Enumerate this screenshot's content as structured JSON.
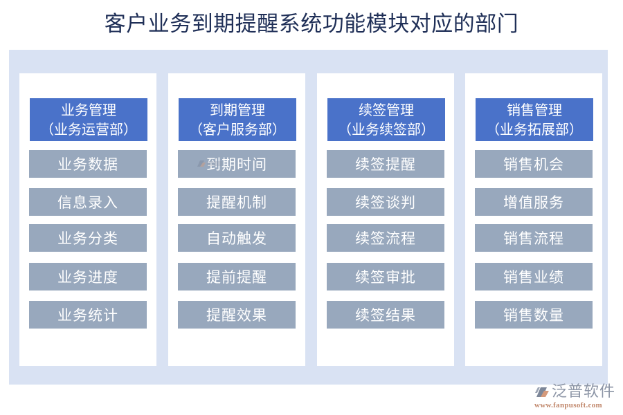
{
  "title": "客户业务到期提醒系统功能模块对应的部门",
  "colors": {
    "panel_bg": "#d9e2f3",
    "column_bg": "#ffffff",
    "header_bg": "#4a72c9",
    "item_bg": "#98a8bd",
    "title_text": "#1f2f57",
    "logo_text": "#8c95a6",
    "logo_url": "#c0866a"
  },
  "columns": [
    {
      "header_line1": "业务管理",
      "header_line2": "（业务运营部）",
      "items": [
        "业务数据",
        "信息录入",
        "业务分类",
        "业务进度",
        "业务统计"
      ]
    },
    {
      "header_line1": "到期管理",
      "header_line2": "（客户服务部）",
      "items": [
        "到期时间",
        "提醒机制",
        "自动触发",
        "提前提醒",
        "提醒效果"
      ]
    },
    {
      "header_line1": "续签管理",
      "header_line2": "（业务续签部）",
      "items": [
        "续签提醒",
        "续签谈判",
        "续签流程",
        "续签审批",
        "续签结果"
      ]
    },
    {
      "header_line1": "销售管理",
      "header_line2": "（业务拓展部）",
      "items": [
        "销售机会",
        "增值服务",
        "销售流程",
        "销售业绩",
        "销售数量"
      ]
    }
  ],
  "logo": {
    "name": "泛普软件",
    "url": "www.fanpusoft.com",
    "icon": "fanpu-logo-icon"
  }
}
